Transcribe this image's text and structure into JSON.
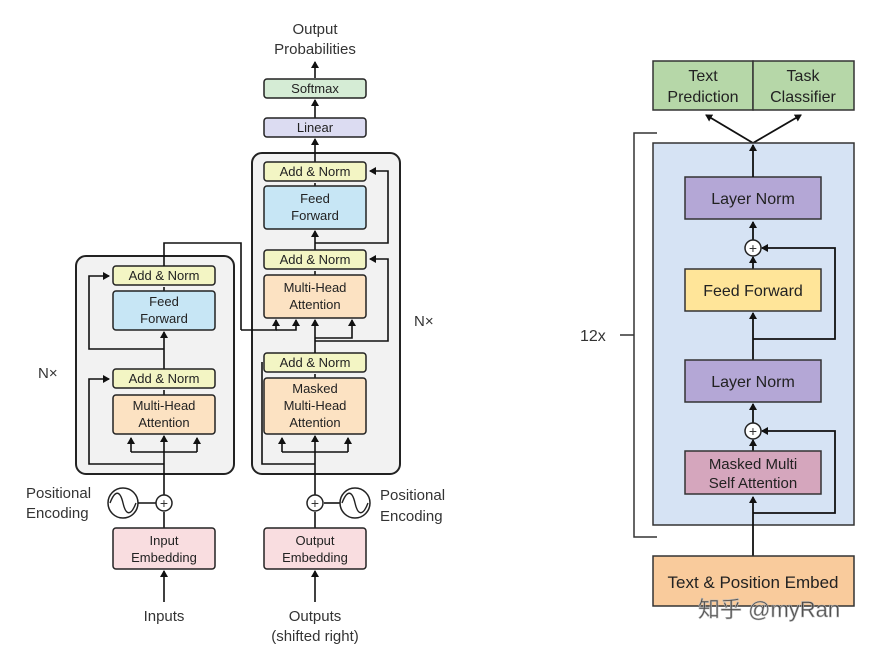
{
  "left": {
    "output_probabilities": [
      "Output",
      "Probabilities"
    ],
    "softmax": "Softmax",
    "linear": "Linear",
    "add_norm": "Add & Norm",
    "feed_forward": [
      "Feed",
      "Forward"
    ],
    "multi_head": [
      "Multi-Head",
      "Attention"
    ],
    "masked_multi_head": [
      "Masked",
      "Multi-Head",
      "Attention"
    ],
    "nx": "N×",
    "positional_encoding": [
      "Positional",
      "Encoding"
    ],
    "input_embedding": [
      "Input",
      "Embedding"
    ],
    "output_embedding": [
      "Output",
      "Embedding"
    ],
    "inputs": "Inputs",
    "outputs": [
      "Outputs",
      "(shifted right)"
    ],
    "plus": "+"
  },
  "right": {
    "text_prediction": [
      "Text",
      "Prediction"
    ],
    "task_classifier": [
      "Task",
      "Classifier"
    ],
    "layer_norm": "Layer Norm",
    "feed_forward": "Feed Forward",
    "masked_self_attention": [
      "Masked Multi",
      "Self Attention"
    ],
    "text_position_embed": "Text & Position Embed",
    "repeat": "12x",
    "plus": "+"
  },
  "watermark": "知乎 @myRan",
  "colors": {
    "add_norm": "#f3f5c4",
    "feed_forward": "#c7e6f5",
    "attention": "#fce2c2",
    "embedding": "#f9dde0",
    "softmax": "#d5ecd5",
    "linear": "#dcdcf2",
    "block_bg": "#f2f2f2",
    "gpt_block": "#d6e3f4",
    "gpt_layer_norm": "#b4a7d6",
    "gpt_feed_forward": "#ffe599",
    "gpt_attention": "#d5a6bd",
    "gpt_embed": "#f9cb9c",
    "gpt_head": "#b6d7a8"
  }
}
